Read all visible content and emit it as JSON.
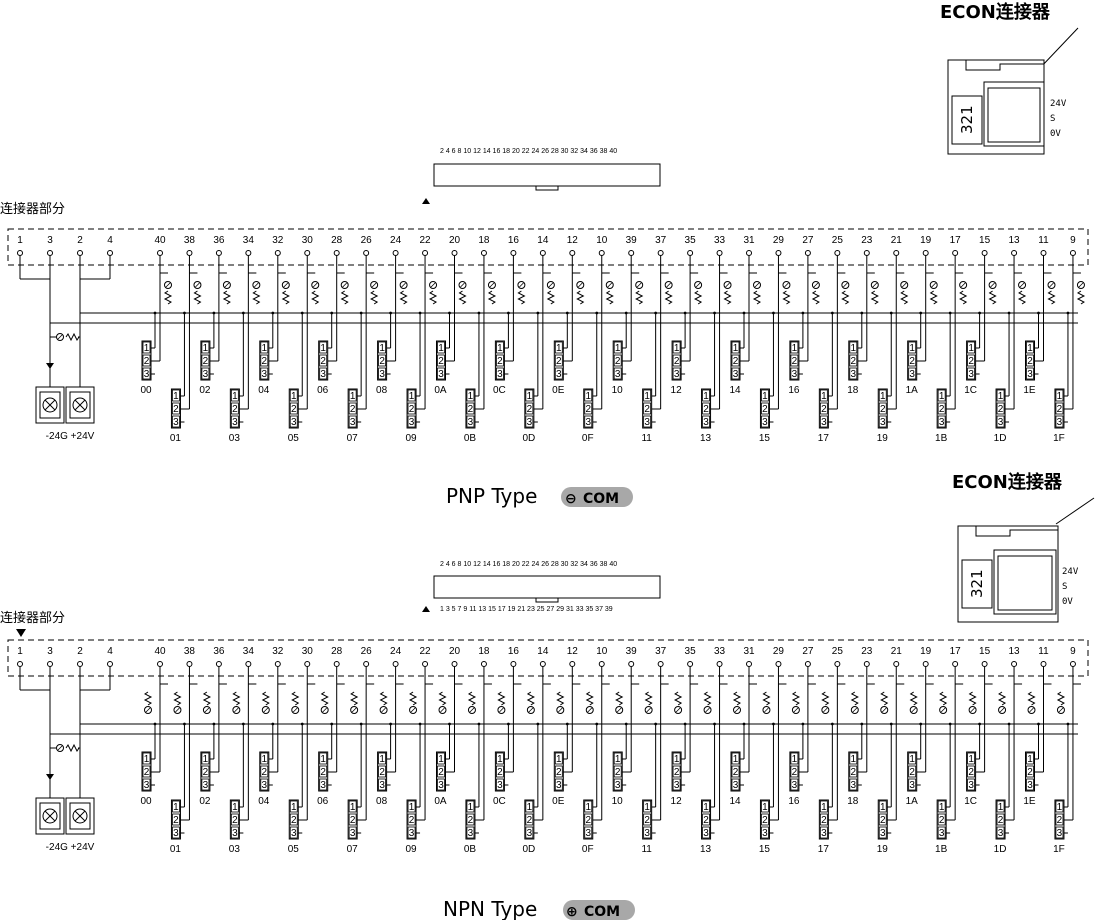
{
  "econ_connector_label": "ECON连接器",
  "econ_pins_label": "321",
  "econ_signals": [
    "24V",
    "S",
    "0V"
  ],
  "connector_section_label": "连接器部分",
  "ribbon_even_pins_label": "2 4 6 8 10 12 14 16 18 20 22 24 26 28 30 32 34 36 38 40",
  "ribbon_odd_pins_label": "1 3 5 7 9 11 13 15 17 19 21 23 25 27 29 31 33 35 37 39",
  "power_pins": [
    "1",
    "3",
    "2",
    "4"
  ],
  "signal_pins": [
    "40",
    "38",
    "36",
    "34",
    "32",
    "30",
    "28",
    "26",
    "24",
    "22",
    "20",
    "18",
    "16",
    "14",
    "12",
    "10",
    "39",
    "37",
    "35",
    "33",
    "31",
    "29",
    "27",
    "25",
    "23",
    "21",
    "19",
    "17",
    "15",
    "13",
    "11",
    "9"
  ],
  "channels_top_row": [
    "00",
    "02",
    "04",
    "06",
    "08",
    "0A",
    "0C",
    "0E",
    "10",
    "12",
    "14",
    "16",
    "18",
    "1A",
    "1C",
    "1E"
  ],
  "channels_bottom_row": [
    "01",
    "03",
    "05",
    "07",
    "09",
    "0B",
    "0D",
    "0F",
    "11",
    "13",
    "15",
    "17",
    "19",
    "1B",
    "1D",
    "1F"
  ],
  "sensor_pins": [
    "1",
    "2",
    "3"
  ],
  "power_terminal_label": "-24G +24V",
  "pnp": {
    "title": "PNP Type",
    "com_sign": "⊖",
    "com_text": "COM"
  },
  "npn": {
    "title": "NPN Type",
    "com_sign": "⊕",
    "com_text": "COM"
  }
}
